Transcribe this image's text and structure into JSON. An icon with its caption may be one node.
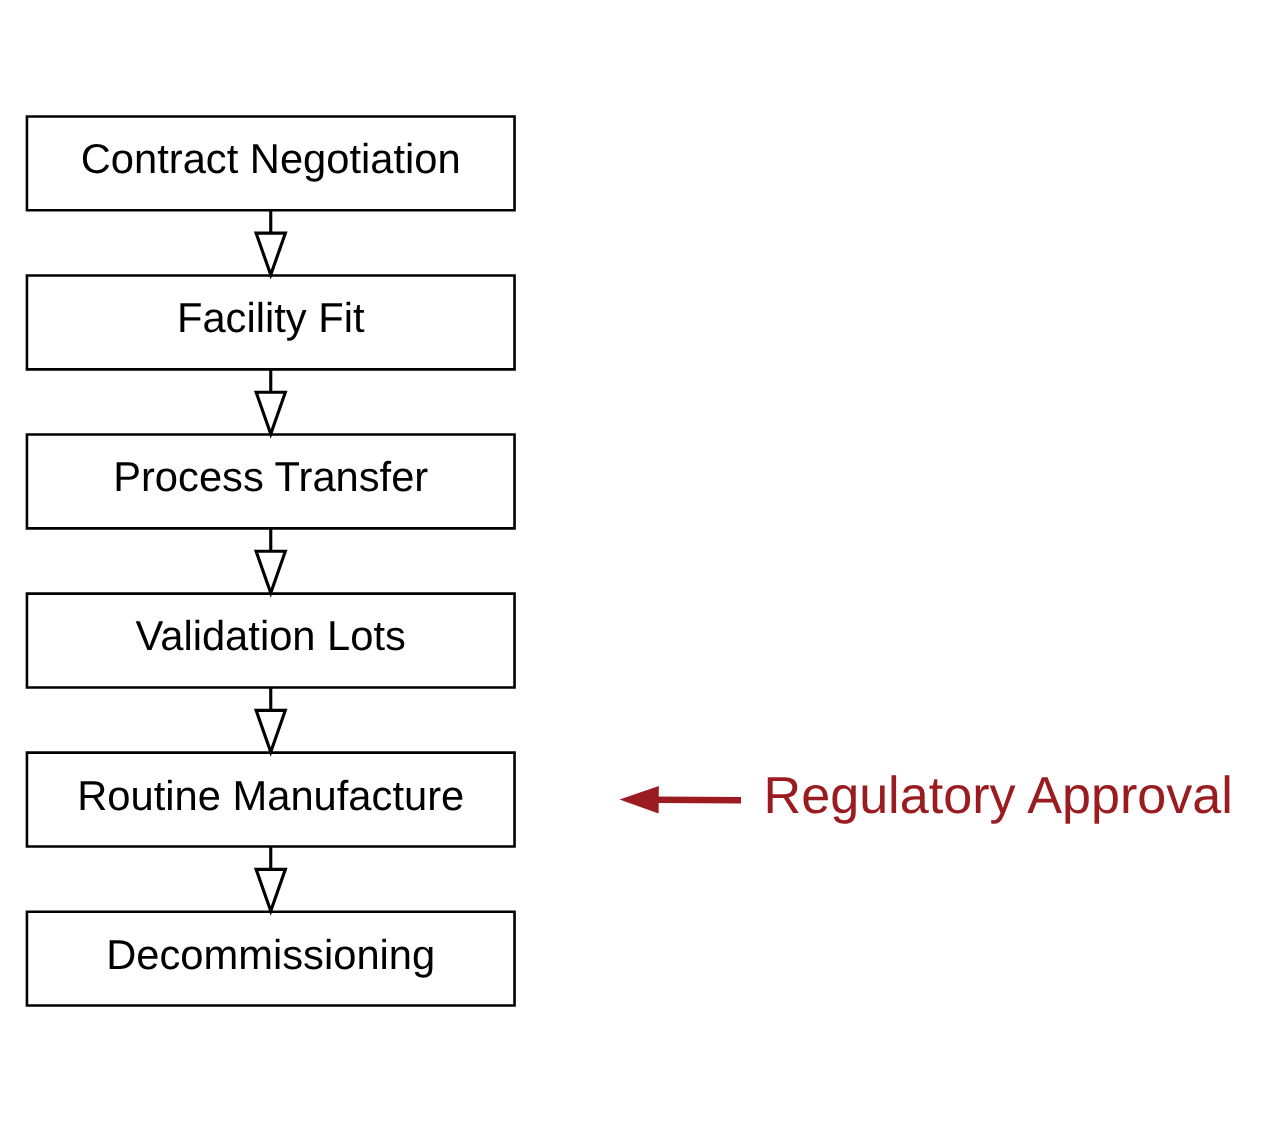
{
  "diagram": {
    "nodes": [
      {
        "text": [
          "Contract Negotiation"
        ]
      },
      {
        "text": [
          "Facility Fit"
        ]
      },
      {
        "text": [
          "Process Transfer"
        ]
      },
      {
        "text": [
          "Validation Lots"
        ]
      },
      {
        "text": [
          "Routine Manufacture"
        ]
      },
      {
        "text": [
          "Decommissioning"
        ]
      },
      {
        "text": [
          "Regulatory Approval"
        ]
      }
    ],
    "edges": [
      {
        "from": 0,
        "to": 1,
        "arrow": "to"
      },
      {
        "from": 1,
        "to": 2,
        "arrow": "to"
      },
      {
        "from": 2,
        "to": 3,
        "arrow": "to"
      },
      {
        "from": 3,
        "to": 4,
        "arrow": "to"
      },
      {
        "from": 4,
        "to": 5,
        "arrow": "to"
      },
      {
        "from": 6,
        "to": null,
        "arrow": "to",
        "style": "thick",
        "color": "#9b1c20"
      }
    ]
  }
}
